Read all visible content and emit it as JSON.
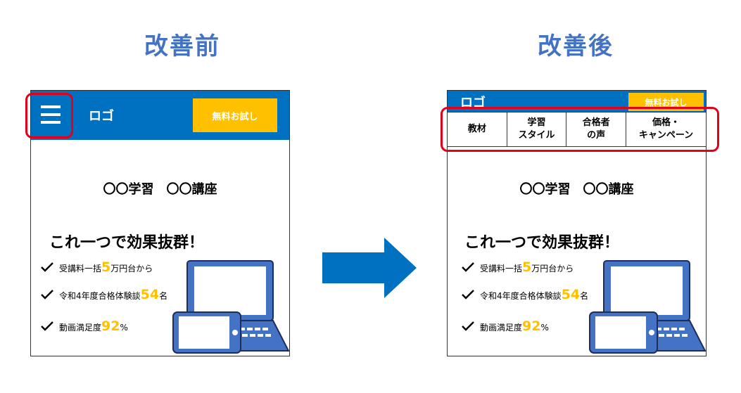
{
  "before": {
    "heading": "改善前",
    "logo": "ロゴ",
    "cta": "無料お試し",
    "course": "〇〇学習　〇〇講座",
    "catch": "これ一つで効果抜群！",
    "points": [
      {
        "pre": "受講料一括",
        "num": "5",
        "post": "万円台から"
      },
      {
        "pre": "令和4年度合格体験談",
        "num": "54",
        "post": "名"
      },
      {
        "pre": "動画満足度",
        "num": "92",
        "post": "%"
      }
    ]
  },
  "after": {
    "heading": "改善後",
    "logo": "ロゴ",
    "cta": "無料お試し",
    "nav": [
      "教材",
      "学習\nスタイル",
      "合格者\nの声",
      "価格・\nキャンペーン"
    ],
    "course": "〇〇学習　〇〇講座",
    "catch": "これ一つで効果抜群！",
    "points": [
      {
        "pre": "受講料一括",
        "num": "5",
        "post": "万円台から"
      },
      {
        "pre": "令和4年度合格体験談",
        "num": "54",
        "post": "名"
      },
      {
        "pre": "動画満足度",
        "num": "92",
        "post": "%"
      }
    ]
  },
  "colors": {
    "brand": "#0070c0",
    "accent": "#ffc000",
    "highlight": "#e3001b",
    "heading": "#4472c4"
  },
  "icons": [
    "hamburger-icon",
    "check-icon",
    "arrow-right-icon",
    "laptop-tablet-illustration"
  ]
}
